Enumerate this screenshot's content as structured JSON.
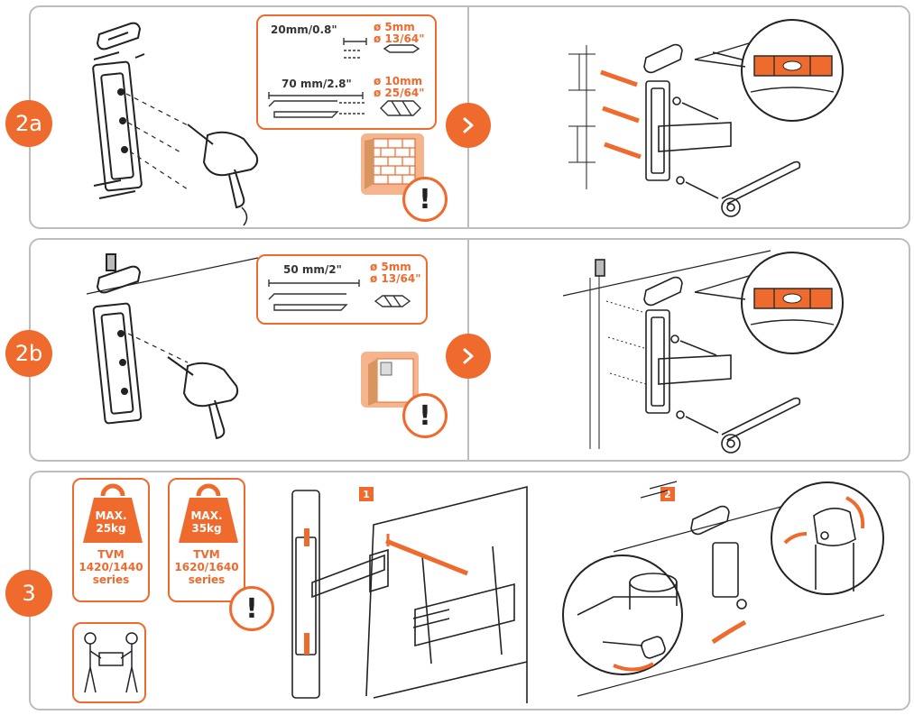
{
  "colors": {
    "accent": "#ee6a2d",
    "border": "#bdbdbd",
    "line": "#222222"
  },
  "steps": {
    "s2a": {
      "label": "2a"
    },
    "s2b": {
      "label": "2b"
    },
    "s3": {
      "label": "3"
    }
  },
  "drill_specs_2a": {
    "short_depth": "20mm/0.8\"",
    "short_bit_1": "ø 5mm",
    "short_bit_2": "ø 13/64\"",
    "long_depth": "70 mm/2.8\"",
    "long_bit_1": "ø 10mm",
    "long_bit_2": "ø 25/64\""
  },
  "drill_specs_2b": {
    "depth": "50 mm/2\"",
    "bit_1": "ø 5mm",
    "bit_2": "ø 13/64\""
  },
  "weights": [
    {
      "max": "MAX.",
      "kg": "25kg",
      "model": "TVM",
      "series_a": "1420/1440",
      "series_b": "series"
    },
    {
      "max": "MAX.",
      "kg": "35kg",
      "model": "TVM",
      "series_a": "1620/1640",
      "series_b": "series"
    }
  ],
  "substeps": {
    "one": "1",
    "two": "2"
  },
  "alert_symbol": "!",
  "icons": [
    "arrow-right-icon",
    "warning-icon",
    "brick-wall-icon",
    "drywall-icon",
    "drill-icon",
    "spirit-level-icon",
    "wrench-icon",
    "two-person-lift-icon",
    "weight-icon"
  ]
}
